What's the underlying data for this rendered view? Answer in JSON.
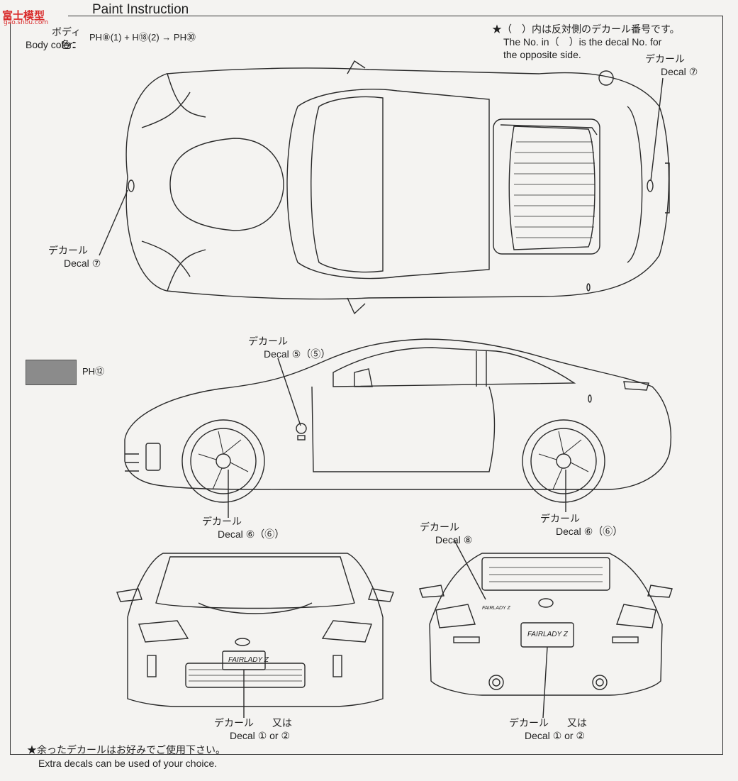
{
  "header": {
    "jp_title": "塗装説明",
    "en_title": "Paint Instruction",
    "watermark_1": "富士模型",
    "watermark_2": "gao.shou.com"
  },
  "body_color": {
    "jp_label": "ボディ色：",
    "en_label": "Body color：",
    "formula": "PH⑧(1) + H⑱(2) → PH㉚"
  },
  "opposite_note": {
    "jp": "★（　）内は反対側のデカール番号です。",
    "en_line1": "The No. in（　）is the decal No. for",
    "en_line2": "the opposite side."
  },
  "swatch": {
    "color": "#8b8b8b",
    "code": "PH⑫"
  },
  "decals": {
    "top_left": {
      "jp": "デカール",
      "en": "Decal",
      "num": "⑦"
    },
    "top_right": {
      "jp": "デカール",
      "en": "Decal",
      "num": "⑦"
    },
    "side_door": {
      "jp": "デカール",
      "en": "Decal",
      "num": "⑤（⑤）"
    },
    "side_front_wheel": {
      "jp": "デカール",
      "en": "Decal",
      "num": "⑥（⑥）"
    },
    "side_rear_wheel": {
      "jp": "デカール",
      "en": "Decal",
      "num": "⑥（⑥）"
    },
    "rear_emblem": {
      "jp": "デカール",
      "en": "Decal",
      "num": "⑧"
    },
    "front_plate": {
      "jp": "デカール",
      "en": "Decal",
      "num": "①",
      "alt_jp": "又は",
      "alt_en": "or",
      "alt_num": "②"
    },
    "rear_plate": {
      "jp": "デカール",
      "en": "Decal",
      "num": "①",
      "alt_jp": "又は",
      "alt_en": "or",
      "alt_num": "②"
    }
  },
  "plates": {
    "front": "FAIRLADY Z",
    "rear": "FAIRLADY Z",
    "rear_badge": "FAIRLADY Z"
  },
  "footer": {
    "jp": "★余ったデカールはお好みでご使用下さい。",
    "en": "Extra decals can be used of your choice."
  }
}
